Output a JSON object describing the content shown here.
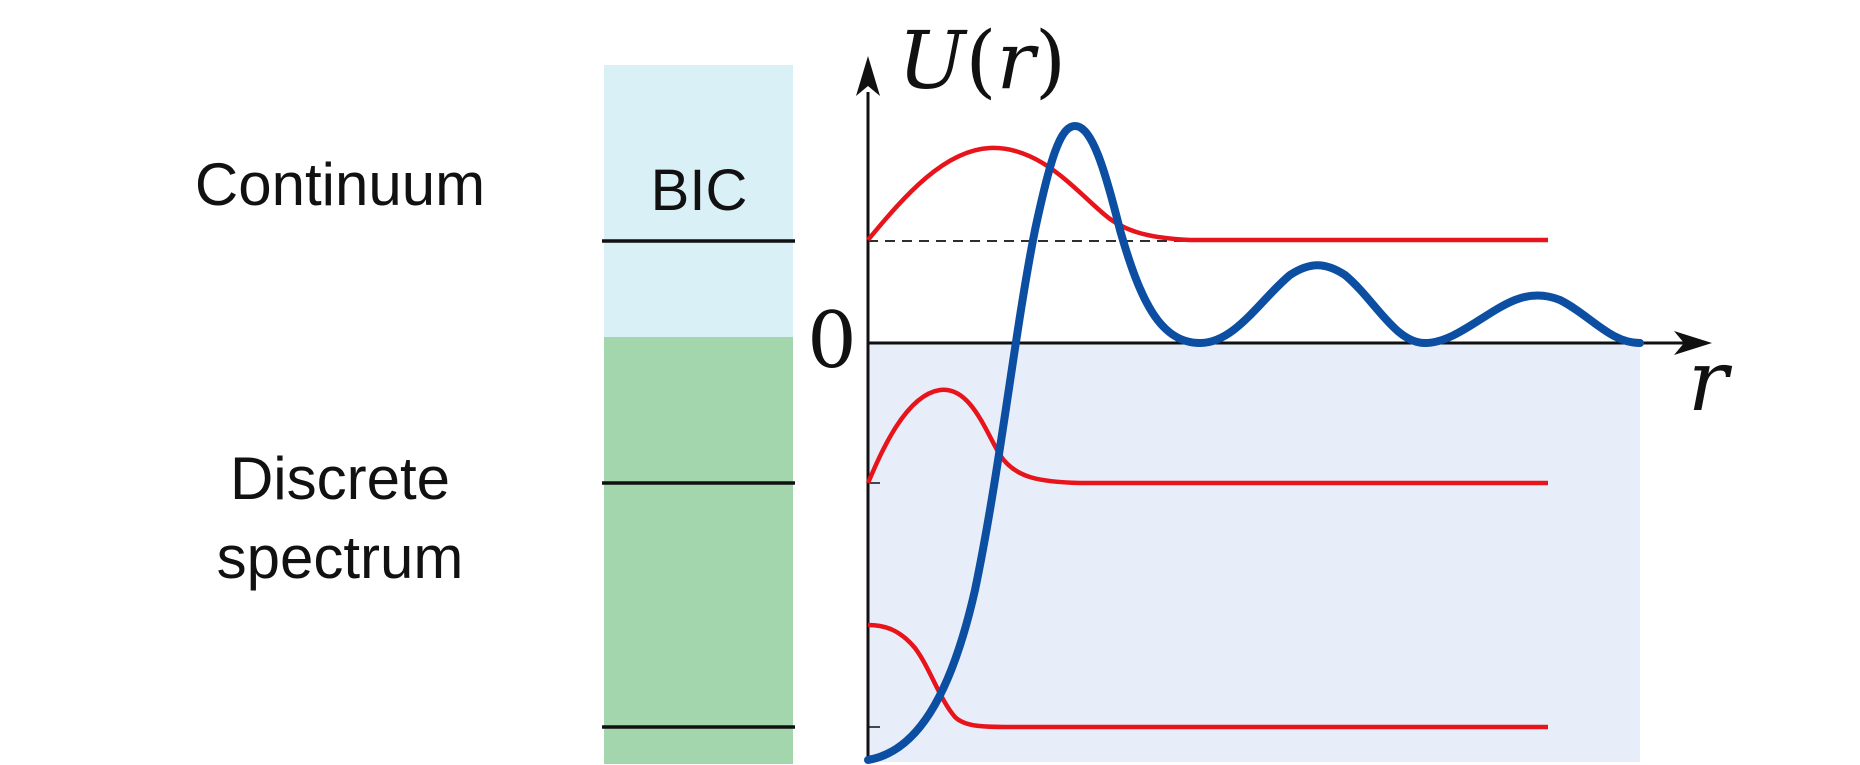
{
  "labels": {
    "continuum": "Continuum",
    "discrete_line1": "Discrete",
    "discrete_line2": "spectrum",
    "bic": "BIC",
    "zero": "0",
    "x_axis": "r",
    "y_axis": {
      "symbol": "U",
      "open": "(",
      "var": "r",
      "close": ")"
    }
  },
  "colors": {
    "continuum_band": "#d9f0f6",
    "discrete_band": "#a3d6ad",
    "well_region": "#e8eef9",
    "potential": "#0b4ea2",
    "wavefunction": "#e8141c",
    "axis": "#111111",
    "level": "#111111"
  },
  "icons": {
    "x_axis_arrow": "arrowhead-right-icon",
    "y_axis_arrow": "arrowhead-up-icon"
  }
}
